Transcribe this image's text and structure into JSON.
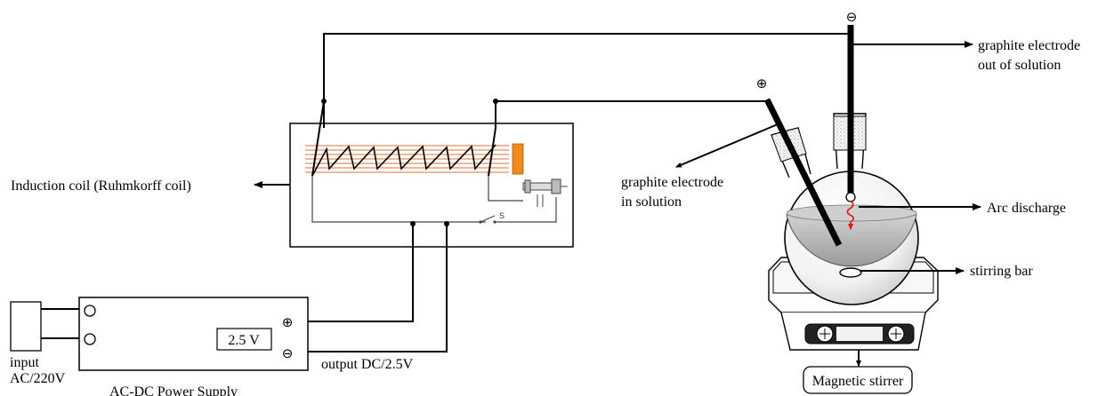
{
  "labels": {
    "induction_coil": "Induction coil (Ruhmkorff coil)",
    "power_supply": "AC-DC Power Supply",
    "input_line1": "input",
    "input_line2": "AC/220V",
    "output": "output DC/2.5V",
    "voltage": "2.5 V",
    "electrode_in_line1": "graphite electrode",
    "electrode_in_line2": "in solution",
    "electrode_out_line1": "graphite electrode",
    "electrode_out_line2": "out of solution",
    "arc_discharge": "Arc discharge",
    "stirring_bar": "stirring bar",
    "magnetic_stirrer": "Magnetic stirrer",
    "switch": "S"
  },
  "symbols": {
    "plus_electrode": "⊕",
    "minus_electrode": "⊖",
    "plus_terminal": "⊕",
    "minus_terminal": "⊖"
  },
  "colors": {
    "coil_winding": "#e8a07a",
    "core": "#ee8a1e",
    "spark": "#dd1111",
    "solution": "#b4b4b4",
    "electrode": "#000000"
  }
}
